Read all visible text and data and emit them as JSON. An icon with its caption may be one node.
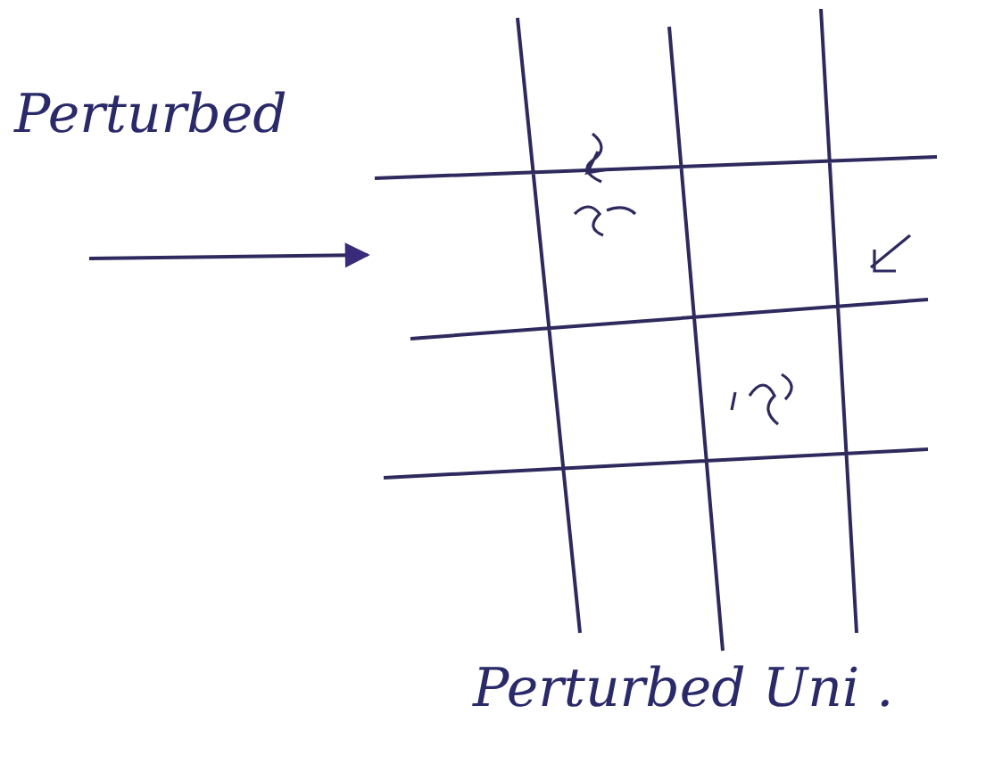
{
  "diagram": {
    "nodes": [
      {
        "text": [
          "Perturbed"
        ]
      },
      {
        "text": [],
        "shape": "grid"
      }
    ],
    "edges": [
      {
        "from": null,
        "to": 1,
        "arrow": "to"
      }
    ],
    "labels": [
      "Perturbed Uni ."
    ]
  }
}
